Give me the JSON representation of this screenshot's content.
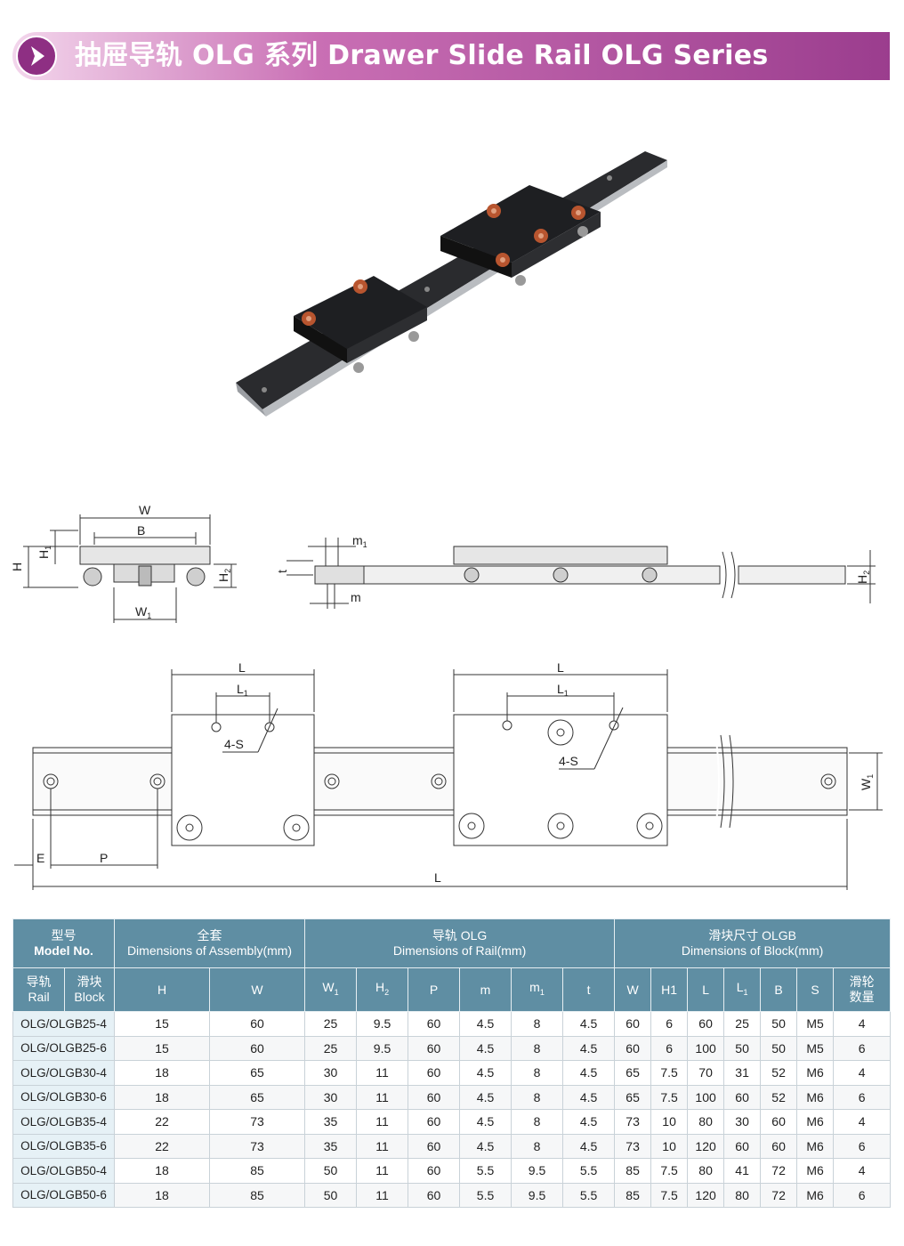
{
  "header": {
    "title": "抽屉导轨 OLG 系列  Drawer Slide Rail OLG Series",
    "accent": "#9b3d8e"
  },
  "diagram": {
    "top_labels": {
      "W": "W",
      "B": "B",
      "H": "H",
      "H1": "H",
      "H1_sub": "1",
      "H2": "H",
      "H2_sub": "2",
      "W1": "W",
      "W1_sub": "1"
    },
    "side_labels": {
      "m1": "m",
      "m1_sub": "1",
      "t": "t",
      "m": "m",
      "H2": "H",
      "H2_sub": "2"
    },
    "plan_labels": {
      "L_left": "L",
      "L1_left": "L",
      "L1_left_sub": "1",
      "S_left": "4-S",
      "L_right": "L",
      "L1_right": "L",
      "L1_right_sub": "1",
      "S_right": "4-S",
      "W1": "W",
      "W1_sub": "1",
      "E": "E",
      "P": "P",
      "L_total": "L"
    }
  },
  "table": {
    "group_headers": [
      {
        "cn": "型号",
        "en": "Model No."
      },
      {
        "cn": "全套",
        "en": "Dimensions of Assembly(mm)"
      },
      {
        "cn": "导轨 OLG",
        "en": "Dimensions of Rail(mm)"
      },
      {
        "cn": "滑块尺寸 OLGB",
        "en": "Dimensions of Block(mm)"
      }
    ],
    "sub_headers": {
      "rail": {
        "cn": "导轨",
        "en": "Rail"
      },
      "block": {
        "cn": "滑块",
        "en": "Block"
      },
      "H": "H",
      "W": "W",
      "W1": "W",
      "W1_sub": "1",
      "H2": "H",
      "H2_sub": "2",
      "P": "P",
      "m": "m",
      "m1": "m",
      "m1_sub": "1",
      "t": "t",
      "bW": "W",
      "bH1": "H1",
      "bL": "L",
      "bL1": "L",
      "bL1_sub": "1",
      "bB": "B",
      "bS": "S",
      "wheels_cn1": "滑轮",
      "wheels_cn2": "数量"
    },
    "rows": [
      [
        "OLG/OLGB25-4",
        "15",
        "60",
        "25",
        "9.5",
        "60",
        "4.5",
        "8",
        "4.5",
        "60",
        "6",
        "60",
        "25",
        "50",
        "M5",
        "4"
      ],
      [
        "OLG/OLGB25-6",
        "15",
        "60",
        "25",
        "9.5",
        "60",
        "4.5",
        "8",
        "4.5",
        "60",
        "6",
        "100",
        "50",
        "50",
        "M5",
        "6"
      ],
      [
        "OLG/OLGB30-4",
        "18",
        "65",
        "30",
        "11",
        "60",
        "4.5",
        "8",
        "4.5",
        "65",
        "7.5",
        "70",
        "31",
        "52",
        "M6",
        "4"
      ],
      [
        "OLG/OLGB30-6",
        "18",
        "65",
        "30",
        "11",
        "60",
        "4.5",
        "8",
        "4.5",
        "65",
        "7.5",
        "100",
        "60",
        "52",
        "M6",
        "6"
      ],
      [
        "OLG/OLGB35-4",
        "22",
        "73",
        "35",
        "11",
        "60",
        "4.5",
        "8",
        "4.5",
        "73",
        "10",
        "80",
        "30",
        "60",
        "M6",
        "4"
      ],
      [
        "OLG/OLGB35-6",
        "22",
        "73",
        "35",
        "11",
        "60",
        "4.5",
        "8",
        "4.5",
        "73",
        "10",
        "120",
        "60",
        "60",
        "M6",
        "6"
      ],
      [
        "OLG/OLGB50-4",
        "18",
        "85",
        "50",
        "11",
        "60",
        "5.5",
        "9.5",
        "5.5",
        "85",
        "7.5",
        "80",
        "41",
        "72",
        "M6",
        "4"
      ],
      [
        "OLG/OLGB50-6",
        "18",
        "85",
        "50",
        "11",
        "60",
        "5.5",
        "9.5",
        "5.5",
        "85",
        "7.5",
        "120",
        "80",
        "72",
        "M6",
        "6"
      ]
    ]
  }
}
